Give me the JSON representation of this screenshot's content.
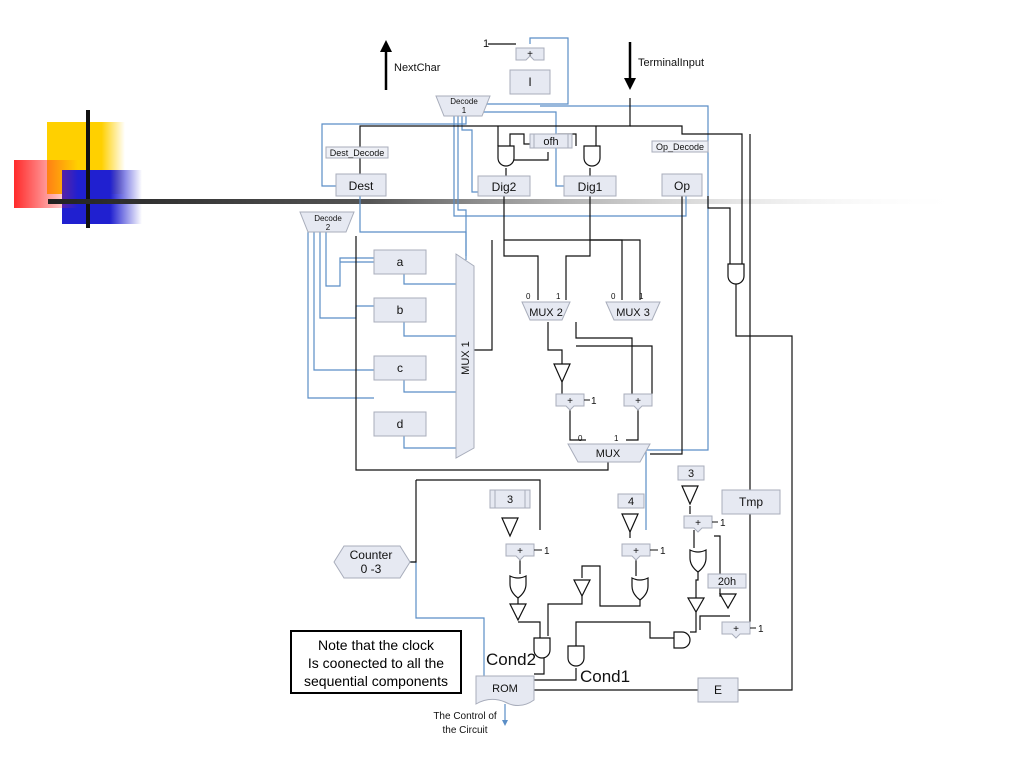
{
  "colors": {
    "blue_wire": "#5b8ec6",
    "black_wire": "#111111",
    "box_fill": "#e6e9f2",
    "box_stroke": "#a8adbb",
    "deco_yellow": "#ffd000",
    "deco_red": "#ff3030",
    "deco_blue": "#2a2ad6"
  },
  "signals": {
    "next_char": "NextChar",
    "terminal_input": "TerminalInput",
    "const_one_top": "1"
  },
  "registers": {
    "i": "I",
    "dest": "Dest",
    "dig2": "Dig2",
    "dig1": "Dig1",
    "op": "Op",
    "a": "a",
    "b": "b",
    "c": "c",
    "d": "d",
    "tmp": "Tmp",
    "e": "E",
    "rom": "ROM",
    "ofh": "ofh"
  },
  "labels": {
    "dest_decode": "Dest_Decode",
    "op_decode": "Op_Decode",
    "decode1_line1": "Decode",
    "decode1_line2": "1",
    "decode2_line1": "Decode",
    "decode2_line2": "2",
    "cond1": "Cond1",
    "cond2": "Cond2",
    "control_line1": "The Control of",
    "control_line2": "the Circuit",
    "counter_line1": "Counter",
    "counter_line2": "0 -3"
  },
  "muxes": {
    "mux1": "MUX 1",
    "mux2": "MUX 2",
    "mux3": "MUX 3",
    "mux": "MUX"
  },
  "mux_inputs": {
    "zero": "0",
    "one": "1"
  },
  "adders": {
    "plus": "+",
    "one": "1"
  },
  "constants": {
    "three_a": "3",
    "four": "4",
    "three_b": "3",
    "twenty_h": "20h"
  },
  "note": {
    "line1": "Note that the clock",
    "line2": "Is coonected to all the",
    "line3": "sequential components"
  }
}
